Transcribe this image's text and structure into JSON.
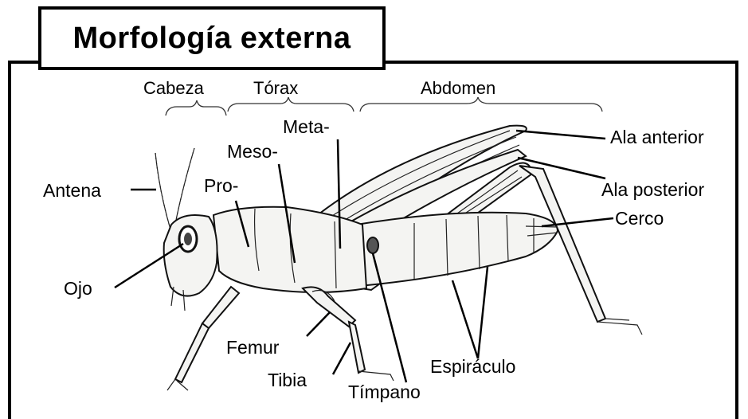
{
  "title": "Morfología externa",
  "sections": {
    "head": "Cabeza",
    "thorax": "Tórax",
    "abdomen": "Abdomen"
  },
  "labels": {
    "antenna": "Antena",
    "eye": "Ojo",
    "pro": "Pro-",
    "meso": "Meso-",
    "meta": "Meta-",
    "forewing": "Ala anterior",
    "hindwing": "Ala posterior",
    "cercus": "Cerco",
    "femur": "Femur",
    "tibia": "Tibia",
    "tympanum": "Tímpano",
    "spiracle": "Espiráculo"
  }
}
